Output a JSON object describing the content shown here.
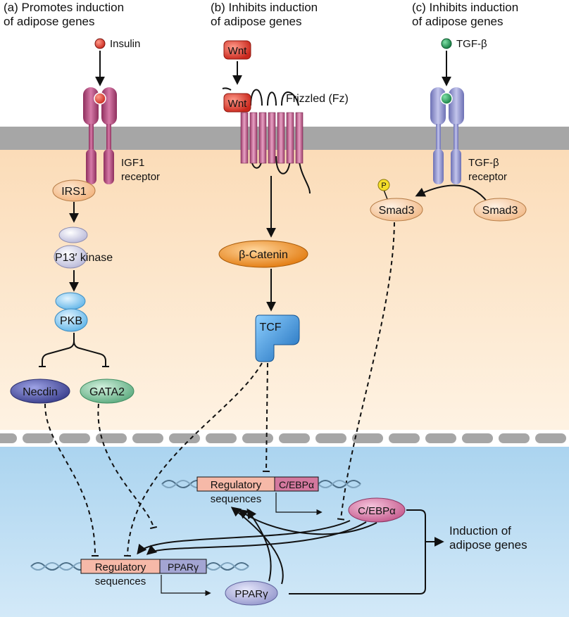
{
  "panels": {
    "a": {
      "line1": "(a) Promotes induction",
      "line2": "of adipose genes"
    },
    "b": {
      "line1": "(b) Inhibits induction",
      "line2": "of adipose genes"
    },
    "c": {
      "line1": "(c) Inhibits induction",
      "line2": "of adipose genes"
    }
  },
  "ligands": {
    "insulin": "Insulin",
    "wnt": "Wnt",
    "tgfb": "TGF-β"
  },
  "receptors": {
    "igf1_line1": "IGF1",
    "igf1_line2": "receptor",
    "frizzled": "Frizzled (Fz)",
    "tgfb_line1": "TGF-β",
    "tgfb_line2": "receptor"
  },
  "proteins": {
    "irs1": "IRS1",
    "pi3k": "P13′ kinase",
    "pkb": "PKB",
    "necdin": "Necdin",
    "gata2": "GATA2",
    "beta_catenin": "β-Catenin",
    "tcf": "TCF",
    "smad3_active": "Smad3",
    "smad3_inactive": "Smad3",
    "phospho": "P",
    "cebpa": "C/EBPα",
    "ppary": "PPARγ"
  },
  "dna": {
    "upper": {
      "regulatory": "Regulatory",
      "gene": "C/EBPα",
      "sequences": "sequences"
    },
    "lower": {
      "regulatory": "Regulatory",
      "gene": "PPARγ",
      "sequences": "sequences"
    }
  },
  "output": {
    "line1": "Induction of",
    "line2": "adipose genes"
  },
  "colors": {
    "membrane": "#a6a6a6",
    "cytoplasm": "#fce6c8",
    "nucleus": "#bcdcf2",
    "igf1_receptor": "#b5487f",
    "frizzled": "#c2608e",
    "tgfb_receptor": "#8f93cf",
    "wnt": "#e0382c",
    "insulin": "#e24a3a",
    "tgfb_ligand": "#1f9a55",
    "beta_catenin": "#f08c1a",
    "tcf": "#2b82cf",
    "necdin": "#4c4f9d",
    "gata2": "#6ab78c",
    "smad3": "#f6c99c",
    "cebpa_protein": "#cc6a9a",
    "ppary_protein": "#a2a4d2",
    "regulatory_box": "#f6b9a8",
    "cebpa_box": "#d3789e",
    "ppary_box": "#a3a5d3"
  }
}
